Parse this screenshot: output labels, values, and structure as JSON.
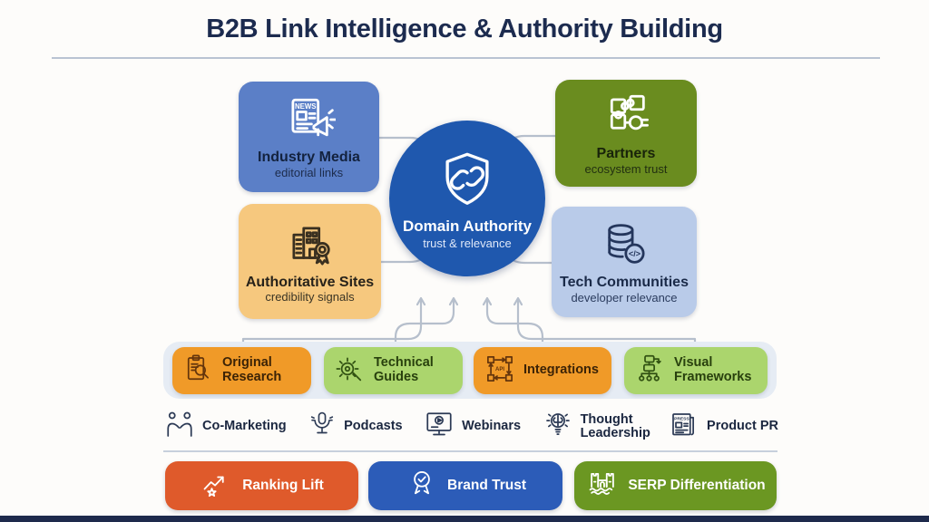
{
  "title": "B2B Link Intelligence & Authority Building",
  "center": {
    "title": "Domain Authority",
    "subtitle": "trust & relevance",
    "icon": "shield-link-icon",
    "color": "#1f58ae"
  },
  "sources": [
    {
      "title": "Industry Media",
      "subtitle": "editorial links",
      "icon": "newspaper-megaphone-icon",
      "color": "#5b7fc7"
    },
    {
      "title": "Partners",
      "subtitle": "ecosystem trust",
      "icon": "puzzle-plug-icon",
      "color": "#6a8c1f"
    },
    {
      "title": "Authoritative Sites",
      "subtitle": "credibility signals",
      "icon": "buildings-award-icon",
      "color": "#f6c87e"
    },
    {
      "title": "Tech Communities",
      "subtitle": "developer relevance",
      "icon": "database-code-icon",
      "color": "#b9cbe9"
    }
  ],
  "assets": [
    {
      "label": "Original Research",
      "icon": "clipboard-magnifier-icon",
      "color": "#f09a28"
    },
    {
      "label": "Technical Guides",
      "icon": "gear-wrench-icon",
      "color": "#abd56d"
    },
    {
      "label": "Integrations",
      "icon": "api-nodes-icon",
      "color": "#f09a28"
    },
    {
      "label": "Visual Frameworks",
      "icon": "flowchart-icon",
      "color": "#abd56d"
    }
  ],
  "activities": [
    {
      "label": "Co-Marketing",
      "icon": "handshake-people-icon"
    },
    {
      "label": "Podcasts",
      "icon": "microphone-icon"
    },
    {
      "label": "Webinars",
      "icon": "monitor-play-icon"
    },
    {
      "label": "Thought Leadership",
      "icon": "lightbulb-brain-icon"
    },
    {
      "label": "Product PR",
      "icon": "press-newspaper-icon"
    }
  ],
  "outcomes": [
    {
      "label": "Ranking Lift",
      "icon": "trend-star-icon",
      "color": "#df5a2b"
    },
    {
      "label": "Brand Trust",
      "icon": "badge-check-icon",
      "color": "#2c5cb8"
    },
    {
      "label": "SERP Differentiation",
      "icon": "castle-moat-icon",
      "color": "#6b9722"
    }
  ],
  "footer_bar_color": "#1e2a4c"
}
